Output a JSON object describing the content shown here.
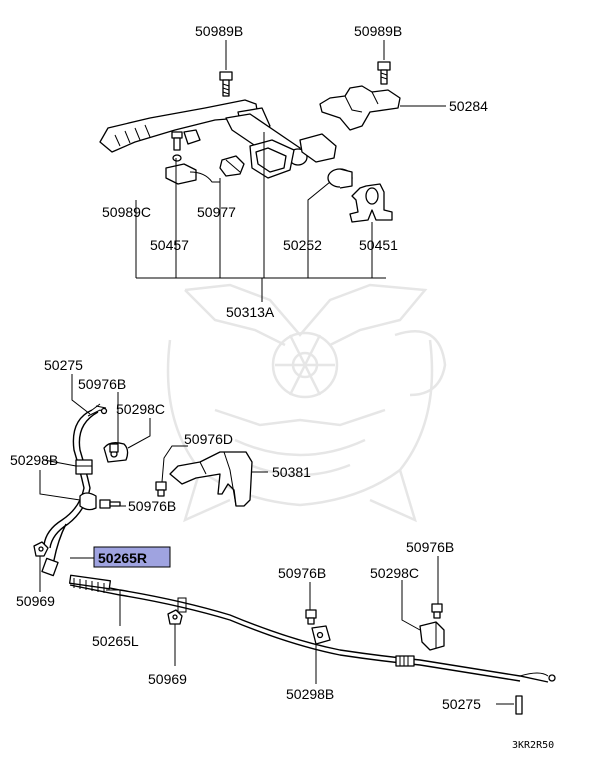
{
  "labels": {
    "l_50989b_a": "50989B",
    "l_50989b_b": "50989B",
    "l_50284": "50284",
    "l_50989c": "50989C",
    "l_50977": "50977",
    "l_50457": "50457",
    "l_50252": "50252",
    "l_50451": "50451",
    "l_50313a": "50313A",
    "l_50275_top": "50275",
    "l_50976b_1": "50976B",
    "l_50298c_top": "50298C",
    "l_50298b_left": "50298B",
    "l_50976d": "50976D",
    "l_50381": "50381",
    "l_50976b_2": "50976B",
    "l_50976b_3": "50976B",
    "l_50265r": "50265R",
    "l_50969_left": "50969",
    "l_50976b_4": "50976B",
    "l_50298c_right": "50298C",
    "l_50265l": "50265L",
    "l_50969_mid": "50969",
    "l_50298b_bottom": "50298B",
    "l_50275_bottom": "50275",
    "diagram_code": "3KR2R50"
  },
  "colors": {
    "highlight": "#9fa3e0",
    "ink": "#000000",
    "watermark": "#e6e6e6"
  }
}
